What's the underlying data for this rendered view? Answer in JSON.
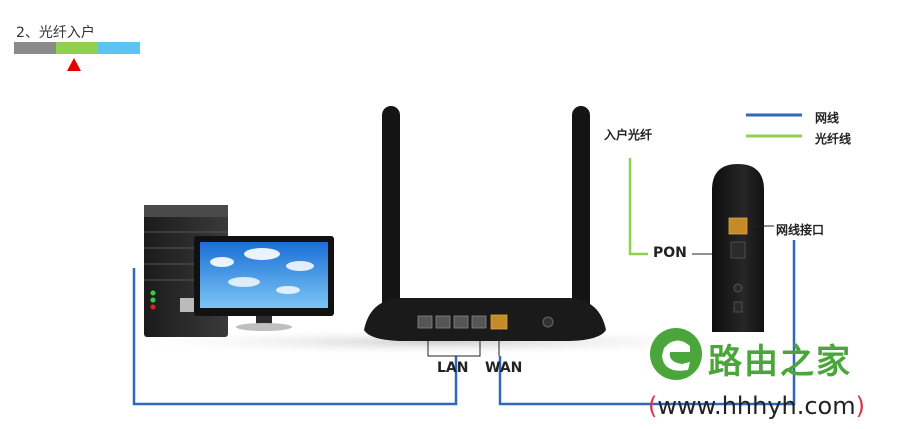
{
  "step": {
    "title": "2、光纤入户",
    "bar_colors": [
      "#8a8a8a",
      "#8fd14f",
      "#5bc4f2"
    ],
    "marker_color": "#e60000"
  },
  "labels": {
    "lan": "LAN",
    "wan": "WAN",
    "pon": "PON",
    "fiber_in": "入户光纤",
    "lan_port": "网线接口"
  },
  "legend": {
    "items": [
      {
        "label": "网线",
        "color": "#2f6ab8"
      },
      {
        "label": "光纤线",
        "color": "#8fd14f"
      }
    ]
  },
  "watermark": {
    "name": "路由之家",
    "url_open": "(",
    "url": "www.hhhyh.com",
    "url_close": ")"
  }
}
